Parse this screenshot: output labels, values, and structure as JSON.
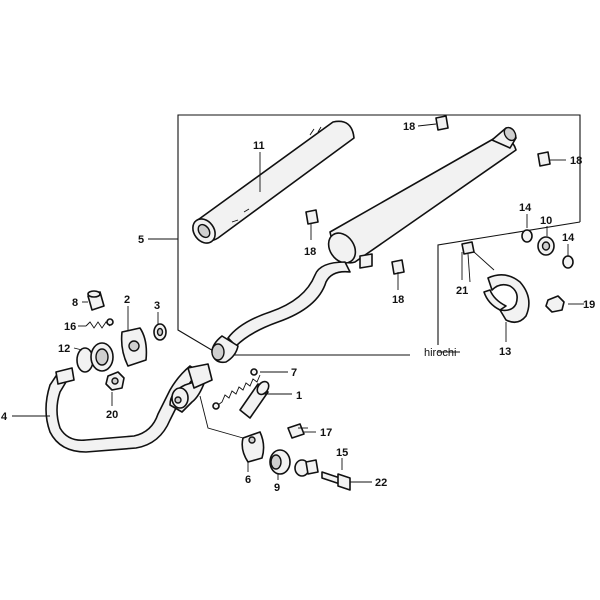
{
  "watermark": "hirochi",
  "callouts": [
    {
      "id": "c1",
      "text": "1"
    },
    {
      "id": "c2",
      "text": "2"
    },
    {
      "id": "c3",
      "text": "3"
    },
    {
      "id": "c4",
      "text": "4"
    },
    {
      "id": "c5",
      "text": "5"
    },
    {
      "id": "c6",
      "text": "6"
    },
    {
      "id": "c7",
      "text": "7"
    },
    {
      "id": "c8",
      "text": "8"
    },
    {
      "id": "c9",
      "text": "9"
    },
    {
      "id": "c10",
      "text": "10"
    },
    {
      "id": "c11",
      "text": "11"
    },
    {
      "id": "c12",
      "text": "12"
    },
    {
      "id": "c13",
      "text": "13"
    },
    {
      "id": "c14a",
      "text": "14"
    },
    {
      "id": "c14b",
      "text": "14"
    },
    {
      "id": "c15",
      "text": "15"
    },
    {
      "id": "c16",
      "text": "16"
    },
    {
      "id": "c17",
      "text": "17"
    },
    {
      "id": "c18a",
      "text": "18"
    },
    {
      "id": "c18b",
      "text": "18"
    },
    {
      "id": "c18c",
      "text": "18"
    },
    {
      "id": "c18d",
      "text": "18"
    },
    {
      "id": "c19",
      "text": "19"
    },
    {
      "id": "c20",
      "text": "20"
    },
    {
      "id": "c21",
      "text": "21"
    },
    {
      "id": "c22",
      "text": "22"
    }
  ]
}
